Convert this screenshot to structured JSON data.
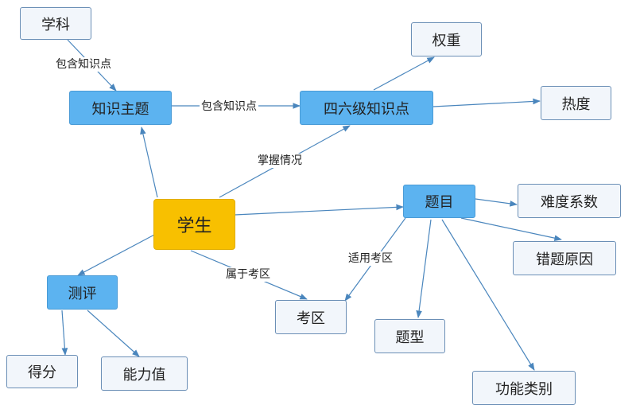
{
  "nodes": {
    "xueke": "学科",
    "zhishi_zhuti": "知识主题",
    "siliuji": "四六级知识点",
    "quanzhong": "权重",
    "redu": "热度",
    "xuesheng": "学生",
    "timu": "题目",
    "nandu": "难度系数",
    "cuoti": "错题原因",
    "ceping": "测评",
    "defen": "得分",
    "nengli": "能力值",
    "kaoqu": "考区",
    "tixing": "题型",
    "gongneng": "功能类别"
  },
  "edge_labels": {
    "baohan_1": "包含知识点",
    "baohan_2": "包含知识点",
    "zhangwo": "掌握情况",
    "shiyong": "适用考区",
    "shuyu": "属于考区"
  }
}
